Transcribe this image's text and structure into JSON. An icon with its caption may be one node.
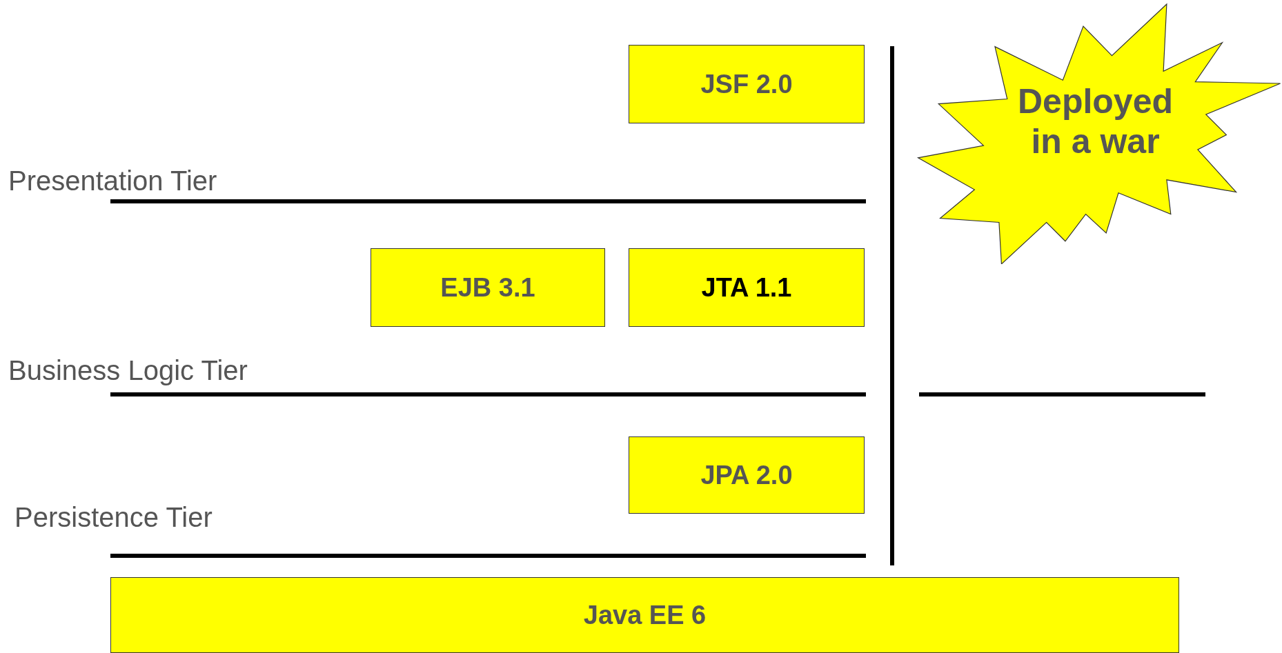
{
  "diagram": {
    "nodes": [
      {
        "text": [
          "JSF 2.0"
        ]
      },
      {
        "text": [
          "EJB 3.1"
        ]
      },
      {
        "text": [
          "JTA 1.1"
        ]
      },
      {
        "text": [
          "JPA 2.0"
        ]
      },
      {
        "text": [
          "Java EE 6"
        ]
      },
      {
        "text": [
          "Deployed in a war"
        ]
      }
    ],
    "edges": [],
    "labels": [
      "Presentation Tier",
      "Business Logic Tier",
      "Persistence Tier"
    ]
  }
}
